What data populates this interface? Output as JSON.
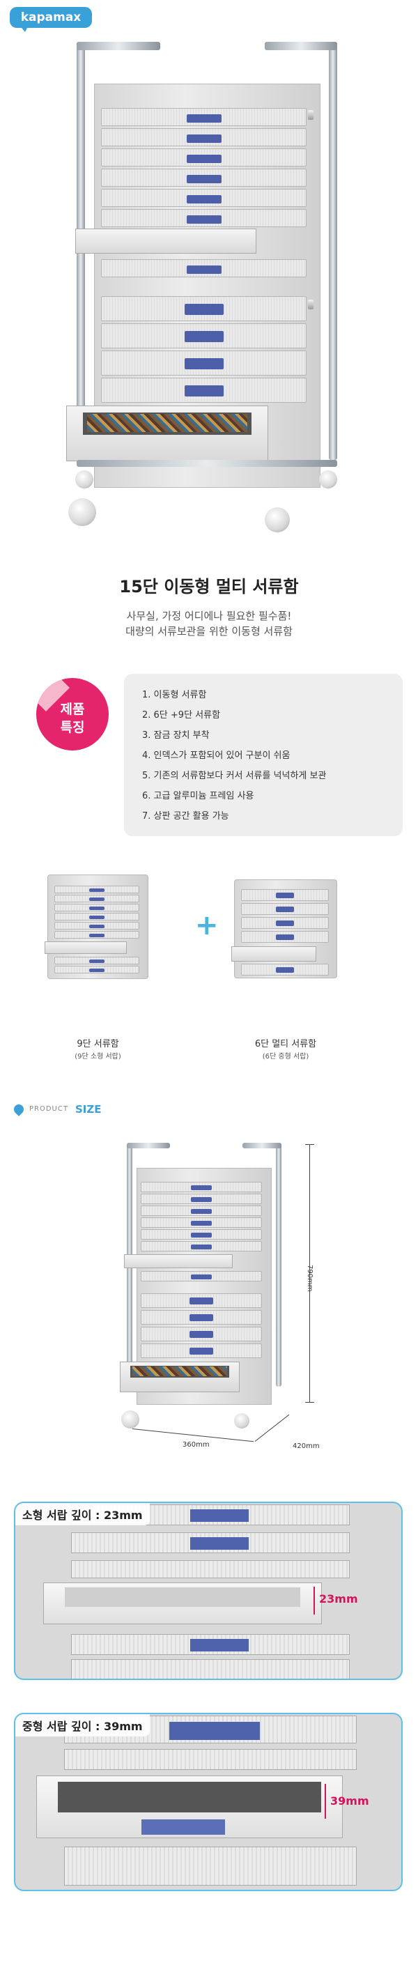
{
  "brand": {
    "logo_text": "kapamax"
  },
  "product": {
    "title": "15단 이동형 멀티 서류함",
    "subtitle_line1": "사무실, 가정 어디에나 필요한 필수품!",
    "subtitle_line2": "대량의 서류보관을 위한 이동형 서류함"
  },
  "features": {
    "badge_line1": "제품",
    "badge_line2": "특징",
    "items": [
      "1. 이동형 서류함",
      "2. 6단 +9단 서류함",
      "3. 잠금 장치 부착",
      "4. 인덱스가 포함되어 있어 구분이 쉬움",
      "5. 기존의 서류함보다 커서 서류를 넉넉하게 보관",
      "6. 고급 알루미늄 프레임 사용",
      "7. 상판 공간 활용 가능"
    ]
  },
  "combo": {
    "left_caption": "9단 서류함",
    "left_sub": "(9단 소형 서랍)",
    "right_caption": "6단 멀티 서류함",
    "right_sub": "(6단 중형 서랍)",
    "plus_symbol": "+"
  },
  "size": {
    "label_small": "PRODUCT",
    "label_big": "SIZE",
    "height": "790mm",
    "width": "360mm",
    "depth": "420mm"
  },
  "drawer_details": [
    {
      "label": "소형 서랍 깊이 : 23mm",
      "depth": "23mm"
    },
    {
      "label": "중형 서랍 깊이 : 39mm",
      "depth": "39mm"
    }
  ],
  "colors": {
    "accent": "#3aa0d8",
    "badge": "#e4246b",
    "index_tab": "#4d5fa8",
    "measure": "#d4145a"
  }
}
